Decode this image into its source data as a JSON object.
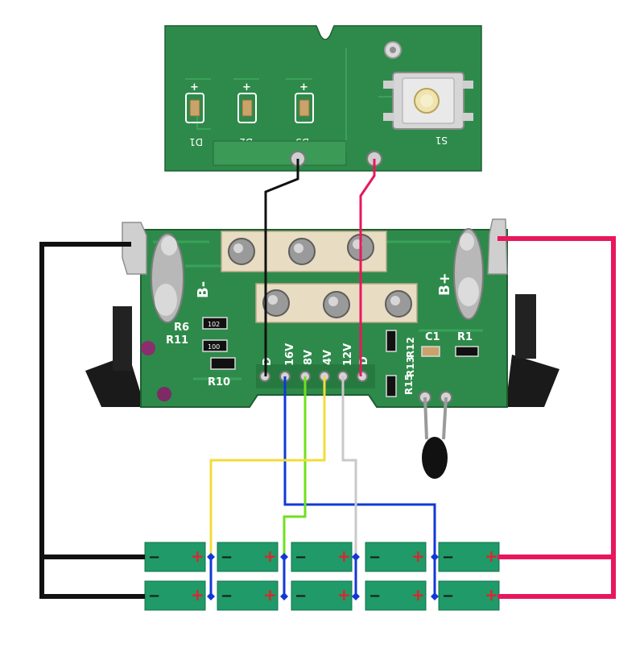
{
  "led_board": {
    "led_labels": [
      "D1",
      "D2",
      "D3"
    ],
    "led_polarity_mark": "+",
    "switch_label": "S1"
  },
  "bms_board": {
    "terminal_neg_label": "B-",
    "terminal_pos_label": "B+",
    "component_labels": [
      "R6",
      "R11",
      "R10",
      "R12",
      "R13",
      "R15",
      "C1",
      "R1"
    ],
    "resistor_codes": [
      "102",
      "100"
    ],
    "pad_labels": [
      "D",
      "16V",
      "8V",
      "4V",
      "12V",
      "D"
    ]
  },
  "battery_cells": {
    "rows": 2,
    "columns": 5,
    "positive_mark": "+",
    "negative_mark": "−"
  },
  "wire_colors": {
    "black": "#111111",
    "pink": "#e8175d",
    "blue": "#1238d6",
    "green": "#6fe01e",
    "yellow": "#f2dc3a",
    "gray": "#c9c9c9",
    "board": "#2e8a4a",
    "board_dark": "#216b38",
    "cell": "#1f9a68"
  }
}
